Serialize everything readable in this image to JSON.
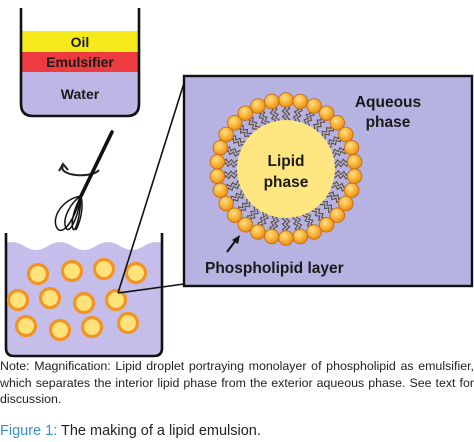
{
  "beaker": {
    "oil_label": "Oil",
    "emulsifier_label": "Emulsifier",
    "water_label": "Water"
  },
  "magnified": {
    "aqueous_label_line1": "Aqueous",
    "aqueous_label_line2": "phase",
    "lipid_label_line1": "Lipid",
    "lipid_label_line2": "phase",
    "phospholipid_label": "Phospholipid layer"
  },
  "note": "Note: Magnification: Lipid droplet portraying monolayer of phospholipid as emulsifier, which separates the interior lipid phase from the exterior aqueous phase. See text for discussion.",
  "caption": {
    "label": "Figure 1:",
    "text": " The making of a lipid emulsion."
  },
  "colors": {
    "oil": "#f6ea1c",
    "emulsifier": "#ee3b3f",
    "water": "#bfb6e6",
    "droplet_fill": "#ffe37a",
    "droplet_ring": "#f39322",
    "panel_bg": "#b6b3e2",
    "caption_accent": "#3d8fc4"
  }
}
